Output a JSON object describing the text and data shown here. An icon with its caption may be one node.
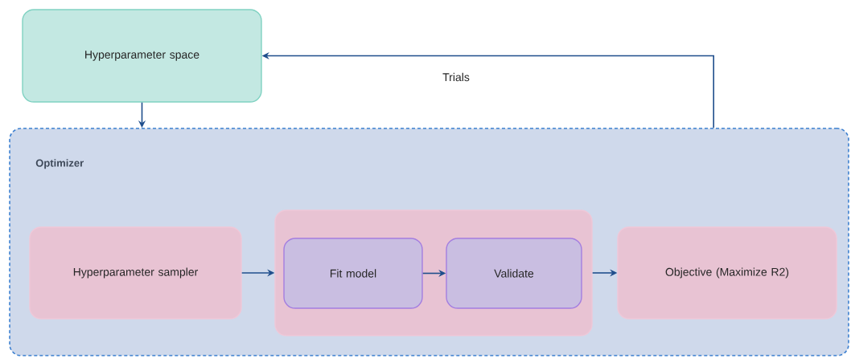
{
  "diagram": {
    "nodes": [
      {
        "text": [
          "Hyperparameter space"
        ]
      },
      {
        "text": [
          "Optimizer"
        ]
      },
      {
        "text": [
          "Hyperparameter sampler"
        ],
        "in": 1
      },
      {
        "text": [],
        "shape": "box",
        "in": 1
      },
      {
        "text": [
          "Fit model"
        ],
        "in": 3
      },
      {
        "text": [
          "Validate"
        ],
        "in": 3
      },
      {
        "text": [
          "Objective (Maximize R2)"
        ],
        "in": 1
      }
    ],
    "edges": [
      {
        "from": 0,
        "to": 1,
        "arrow": "to"
      },
      {
        "from": 1,
        "to": 0,
        "arrow": "to",
        "label": "Trials"
      },
      {
        "from": 2,
        "to": 3,
        "arrow": "to"
      },
      {
        "from": 4,
        "to": 5,
        "arrow": "to"
      },
      {
        "from": 3,
        "to": 6,
        "arrow": "to"
      }
    ]
  }
}
